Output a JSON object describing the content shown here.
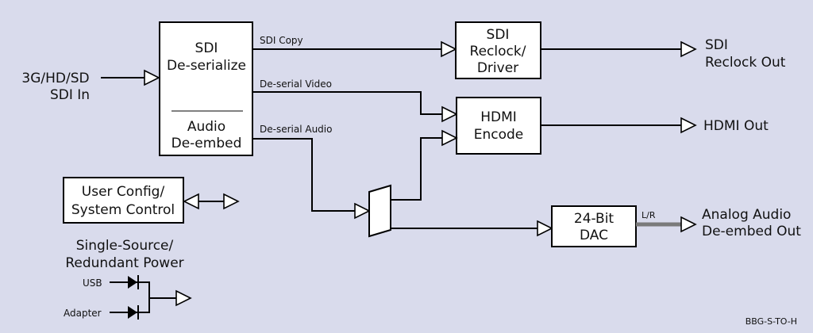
{
  "inputs": {
    "sdi_in": [
      "3G/HD/SD",
      "SDI In"
    ]
  },
  "blocks": {
    "deserialize": [
      "SDI",
      "De-serialize"
    ],
    "audio_deembed": [
      "Audio",
      "De-embed"
    ],
    "reclock": [
      "SDI",
      "Reclock/",
      "Driver"
    ],
    "hdmi_encode": [
      "HDMI",
      "Encode"
    ],
    "dac": [
      "24-Bit",
      "DAC"
    ],
    "user_config": [
      "User Config/",
      "System Control"
    ]
  },
  "signals": {
    "sdi_copy": "SDI Copy",
    "deserial_video": "De-serial Video",
    "deserial_audio": "De-serial Audio",
    "lr": "L/R"
  },
  "outputs": {
    "sdi_reclock_out": [
      "SDI",
      "Reclock Out"
    ],
    "hdmi_out": "HDMI Out",
    "analog_audio_out": [
      "Analog Audio",
      "De-embed Out"
    ]
  },
  "power": {
    "title": [
      "Single-Source/",
      "Redundant Power"
    ],
    "usb": "USB",
    "adapter": "Adapter"
  },
  "footer_code": "BBG-S-TO-H"
}
